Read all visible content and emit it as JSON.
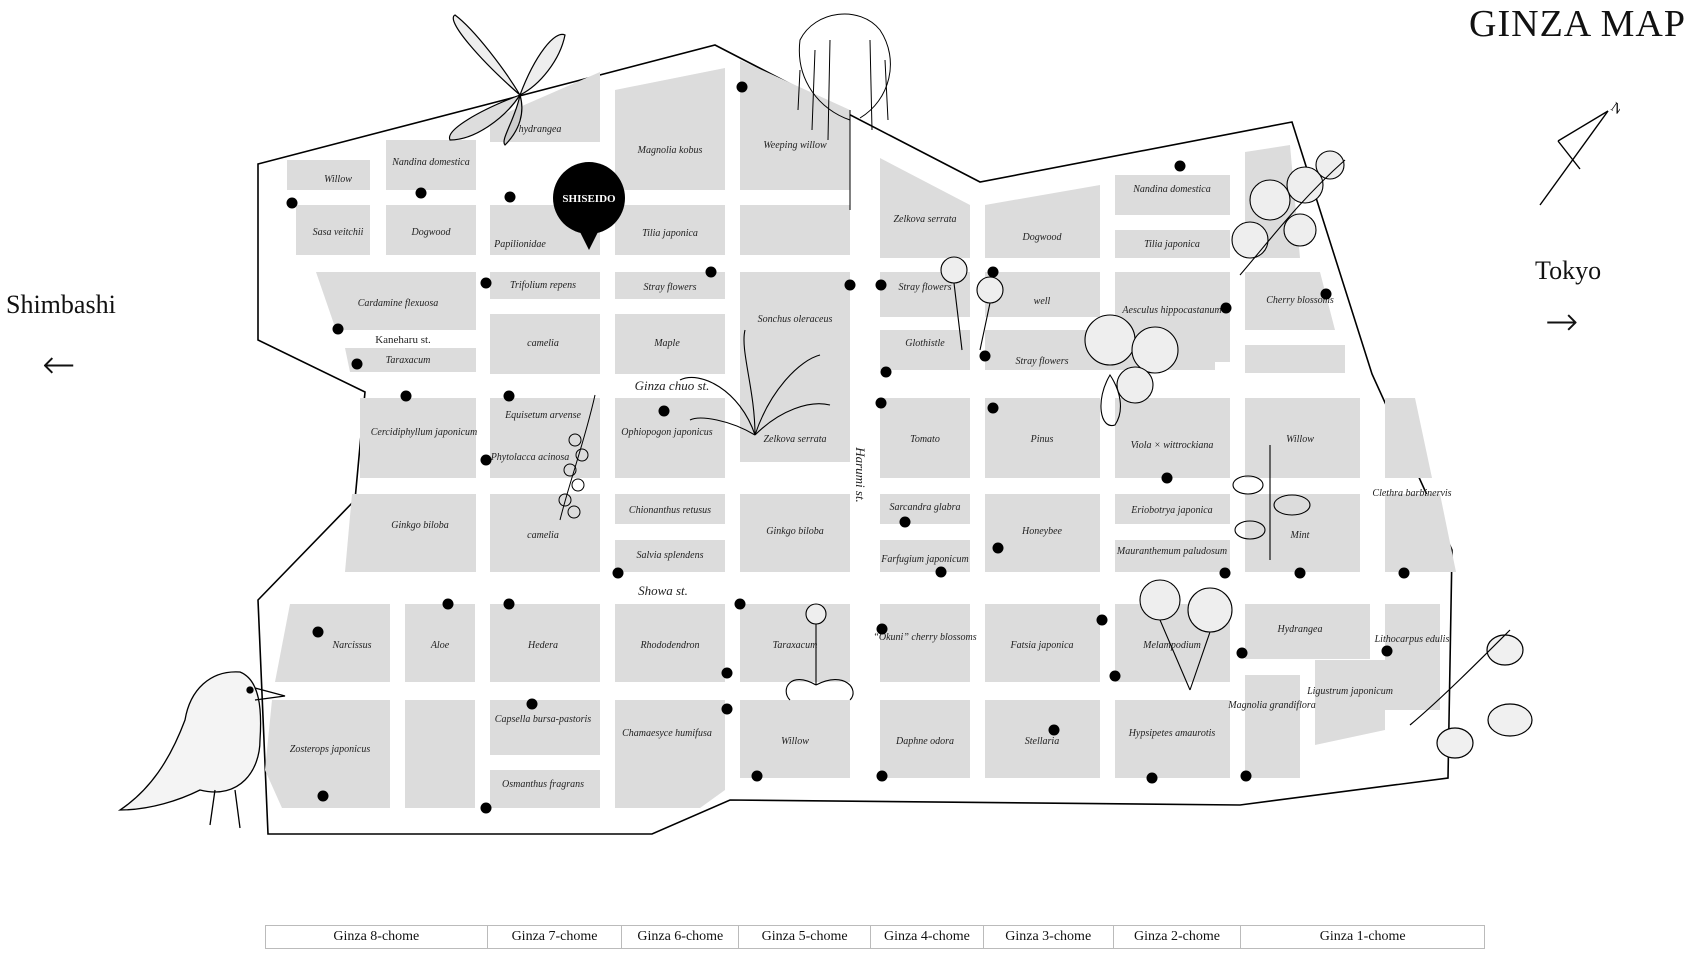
{
  "title": "GINZA MAP",
  "compass_letter": "N",
  "directions": {
    "left": "Shimbashi",
    "right": "Tokyo",
    "left_arrow": "←",
    "right_arrow": "→"
  },
  "marker": "SHISEIDO",
  "streets": {
    "kaneharu": "Kaneharu st.",
    "chuo": "Ginza chuo st.",
    "showa": "Showa st.",
    "harumi": "Harumi st."
  },
  "blocks": [
    "Willow",
    "Nandina domestica",
    "hydrangea",
    "Magnolia kobus",
    "Weeping willow",
    "Sasa veitchii",
    "Dogwood",
    "Papilionidae",
    "Tilia japonica",
    "Zelkova serrata",
    "Dogwood",
    "Nandina domestica",
    "Tilia japonica",
    "Cardamine flexuosa",
    "Trifolium repens",
    "Stray flowers",
    "Sonchus oleraceus",
    "Stray flowers",
    "well",
    "Aesculus hippocastanum",
    "Cherry blossoms",
    "Taraxacum",
    "camelia",
    "Maple",
    "Glothistle",
    "Stray flowers",
    "Cercidiphyllum japonicum",
    "Equisetum arvense",
    "Phytolacca acinosa",
    "Ophiopogon japonicus",
    "Zelkova serrata",
    "Tomato",
    "Pinus",
    "Viola × wittrockiana",
    "Willow",
    "Ginkgo biloba",
    "camelia",
    "Chionanthus retusus",
    "Ginkgo biloba",
    "Sarcandra glabra",
    "Honeybee",
    "Eriobotrya japonica",
    "Mint",
    "Clethra barbinervis",
    "Salvia splendens",
    "Farfugium japonicum",
    "Mauranthemum paludosum",
    "Narcissus",
    "Aloe",
    "Hedera",
    "Rhododendron",
    "Taraxacum",
    "“Okuni” cherry blossoms",
    "Fatsia japonica",
    "Melampodium",
    "Hydrangea",
    "Lithocarpus edulis",
    "Zosterops japonicus",
    "Capsella bursa-pastoris",
    "Chamaesyce humifusa",
    "Willow",
    "Daphne odora",
    "Stellaria",
    "Hypsipetes amaurotis",
    "Magnolia grandiflora",
    "Ligustrum japonicum",
    "Osmanthus fragrans"
  ],
  "chome": [
    "Ginza 8-chome",
    "Ginza 7-chome",
    "Ginza 6-chome",
    "Ginza 5-chome",
    "Ginza 4-chome",
    "Ginza 3-chome",
    "Ginza 2-chome",
    "Ginza 1-chome"
  ],
  "colors": {
    "block": "#dcdcdc",
    "ink": "#000000",
    "background": "#ffffff"
  }
}
